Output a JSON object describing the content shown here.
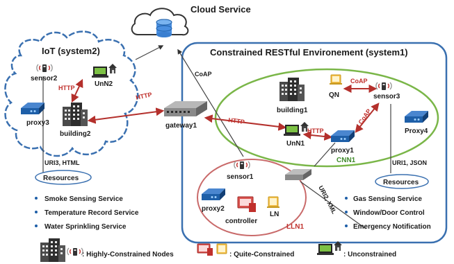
{
  "labels": {
    "cloud_service": "Cloud Service",
    "iot_system2": "IoT (system2)",
    "constrained_env": "Constrained RESTful Environement (system1)",
    "coap_top": "CoAP",
    "sensor2": "sensor2",
    "unn2": "UnN2",
    "http_iot": "HTTP",
    "http_gw_left": "HTTP",
    "proxy3": "proxy3",
    "building2": "building2",
    "gateway1": "gateway1",
    "http_gw_right": "HTTP",
    "uri3_html": "URI3, HTML",
    "resources_left": "Resources",
    "building1": "building1",
    "qn": "QN",
    "coap_qn": "CoAP",
    "sensor3": "sensor3",
    "coap_proxy": "CoAP",
    "proxy4": "Proxy4",
    "unn1": "UnN1",
    "http_unn1": "HTTP",
    "proxy1": "proxy1",
    "cnn1": "CNN1",
    "uri1_json": "URI1, JSON",
    "resources_right": "Resources",
    "sensor1": "sensor1",
    "proxy2": "proxy2",
    "controller": "controller",
    "ln": "LN",
    "lln1": "LLN1",
    "uri2_xml": "URI2, XML"
  },
  "services_left": [
    "Smoke Sensing Service",
    "Temperature Record Service",
    "Water Sprinkling Service"
  ],
  "services_right": [
    "Gas Sensing Service",
    "Window/Door Control",
    "Emergency Notification"
  ],
  "legend": {
    "highly": ": Highly-Constrained Nodes",
    "quite": ": Quite-Constrained",
    "uncon": ": Unconstrained"
  },
  "colors": {
    "blue_border": "#3a70b0",
    "green_border": "#7ab648",
    "red_border": "#c96a6a",
    "arrow_red": "#b4302c",
    "proxy_blue": "#1e5fa8"
  }
}
